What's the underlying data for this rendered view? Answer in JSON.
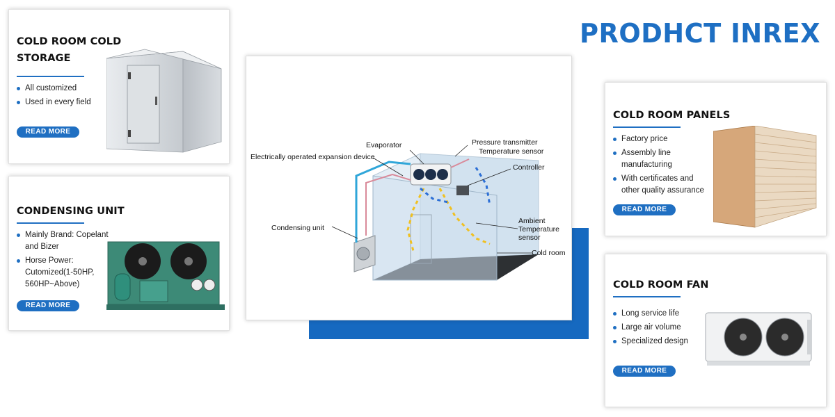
{
  "page": {
    "heading": "PRODHCT INREX"
  },
  "cards": {
    "cold_storage": {
      "title_line1": "COLD ROOM COLD",
      "title_line2": "STORAGE",
      "bullets": [
        "All customized",
        "Used in every field"
      ],
      "button": "READ MORE"
    },
    "condensing_unit": {
      "title": "CONDENSING UNIT",
      "bullet1_line1": "Mainly Brand: Copelant",
      "bullet1_line2": "and Bizer",
      "bullet2_line1": "Horse Power:",
      "bullet2_line2": "Cutomized(1-50HP,",
      "bullet2_line3": "560HP~Above)",
      "button": "READ MORE"
    },
    "panels": {
      "title": "COLD ROOM PANELS",
      "bullet1": "Factory price",
      "bullet2_line1": "Assembly line",
      "bullet2_line2": "manufacturing",
      "bullet3_line1": "With certificates and",
      "bullet3_line2": "other quality assurance",
      "button": "READ MORE"
    },
    "fan": {
      "title": "COLD ROOM FAN",
      "bullets": [
        "Long service life",
        "Large air volume",
        "Specialized design"
      ],
      "button": "READ MORE"
    }
  },
  "diagram": {
    "labels": {
      "evaporator": "Evaporator",
      "pressure_transmitter": "Pressure transmitter",
      "temperature_sensor": "Temperature sensor",
      "expansion_device": "Electrically operated expansion device",
      "controller": "Controller",
      "condensing_unit": "Condensing unit",
      "ambient_line1": "Ambient",
      "ambient_line2": "Temperature",
      "ambient_line3": "sensor",
      "cold_room": "Cold room"
    }
  },
  "colors": {
    "accent": "#1f6fc2",
    "heading": "#1e6fc3",
    "block": "#1669c0"
  },
  "icons": [
    "cold-room-image",
    "condensing-unit-image",
    "panels-image",
    "evaporator-fan-image"
  ]
}
